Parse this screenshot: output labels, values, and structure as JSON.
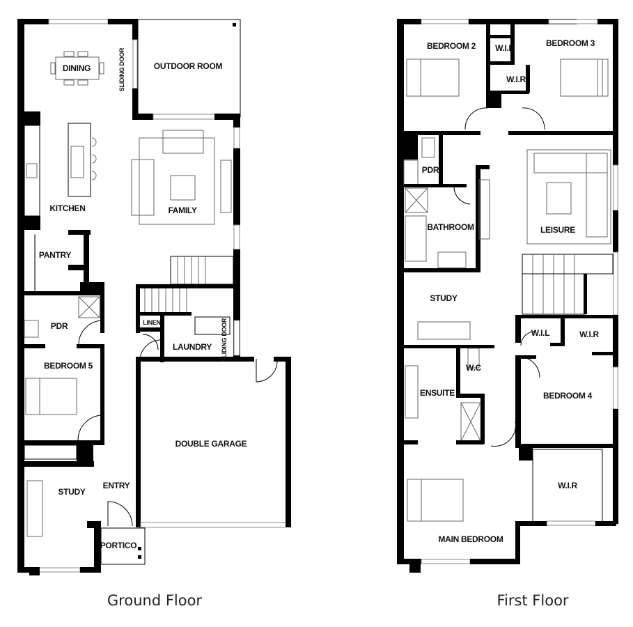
{
  "ground_floor": {
    "title": "Ground Floor",
    "rooms": {
      "dining": "DINING",
      "sliding_door_1": "SLIDING DOOR",
      "outdoor_room": "OUTDOOR ROOM",
      "kitchen": "KITCHEN",
      "family": "FAMILY",
      "pantry": "PANTRY",
      "pdr": "PDR",
      "linen": "LINEN",
      "laundry": "LAUNDRY",
      "sliding_door_2": "SLIDING DOOR",
      "bedroom5": "BEDROOM 5",
      "double_garage": "DOUBLE GARAGE",
      "study": "STUDY",
      "entry": "ENTRY",
      "portico": "PORTICO"
    }
  },
  "first_floor": {
    "title": "First Floor",
    "rooms": {
      "bedroom2": "BEDROOM 2",
      "wir1": "W.I.R",
      "wir2": "W.I.R",
      "bedroom3": "BEDROOM 3",
      "pdr": "PDR",
      "bathroom": "BATHROOM",
      "leisure": "LEISURE",
      "study": "STUDY",
      "wil": "W.I.L",
      "wir3": "W.I.R",
      "wc": "W.C",
      "ensuite": "ENSUITE",
      "bedroom4": "BEDROOM 4",
      "wir4": "W.I.R",
      "main_bedroom": "MAIN BEDROOM"
    }
  }
}
